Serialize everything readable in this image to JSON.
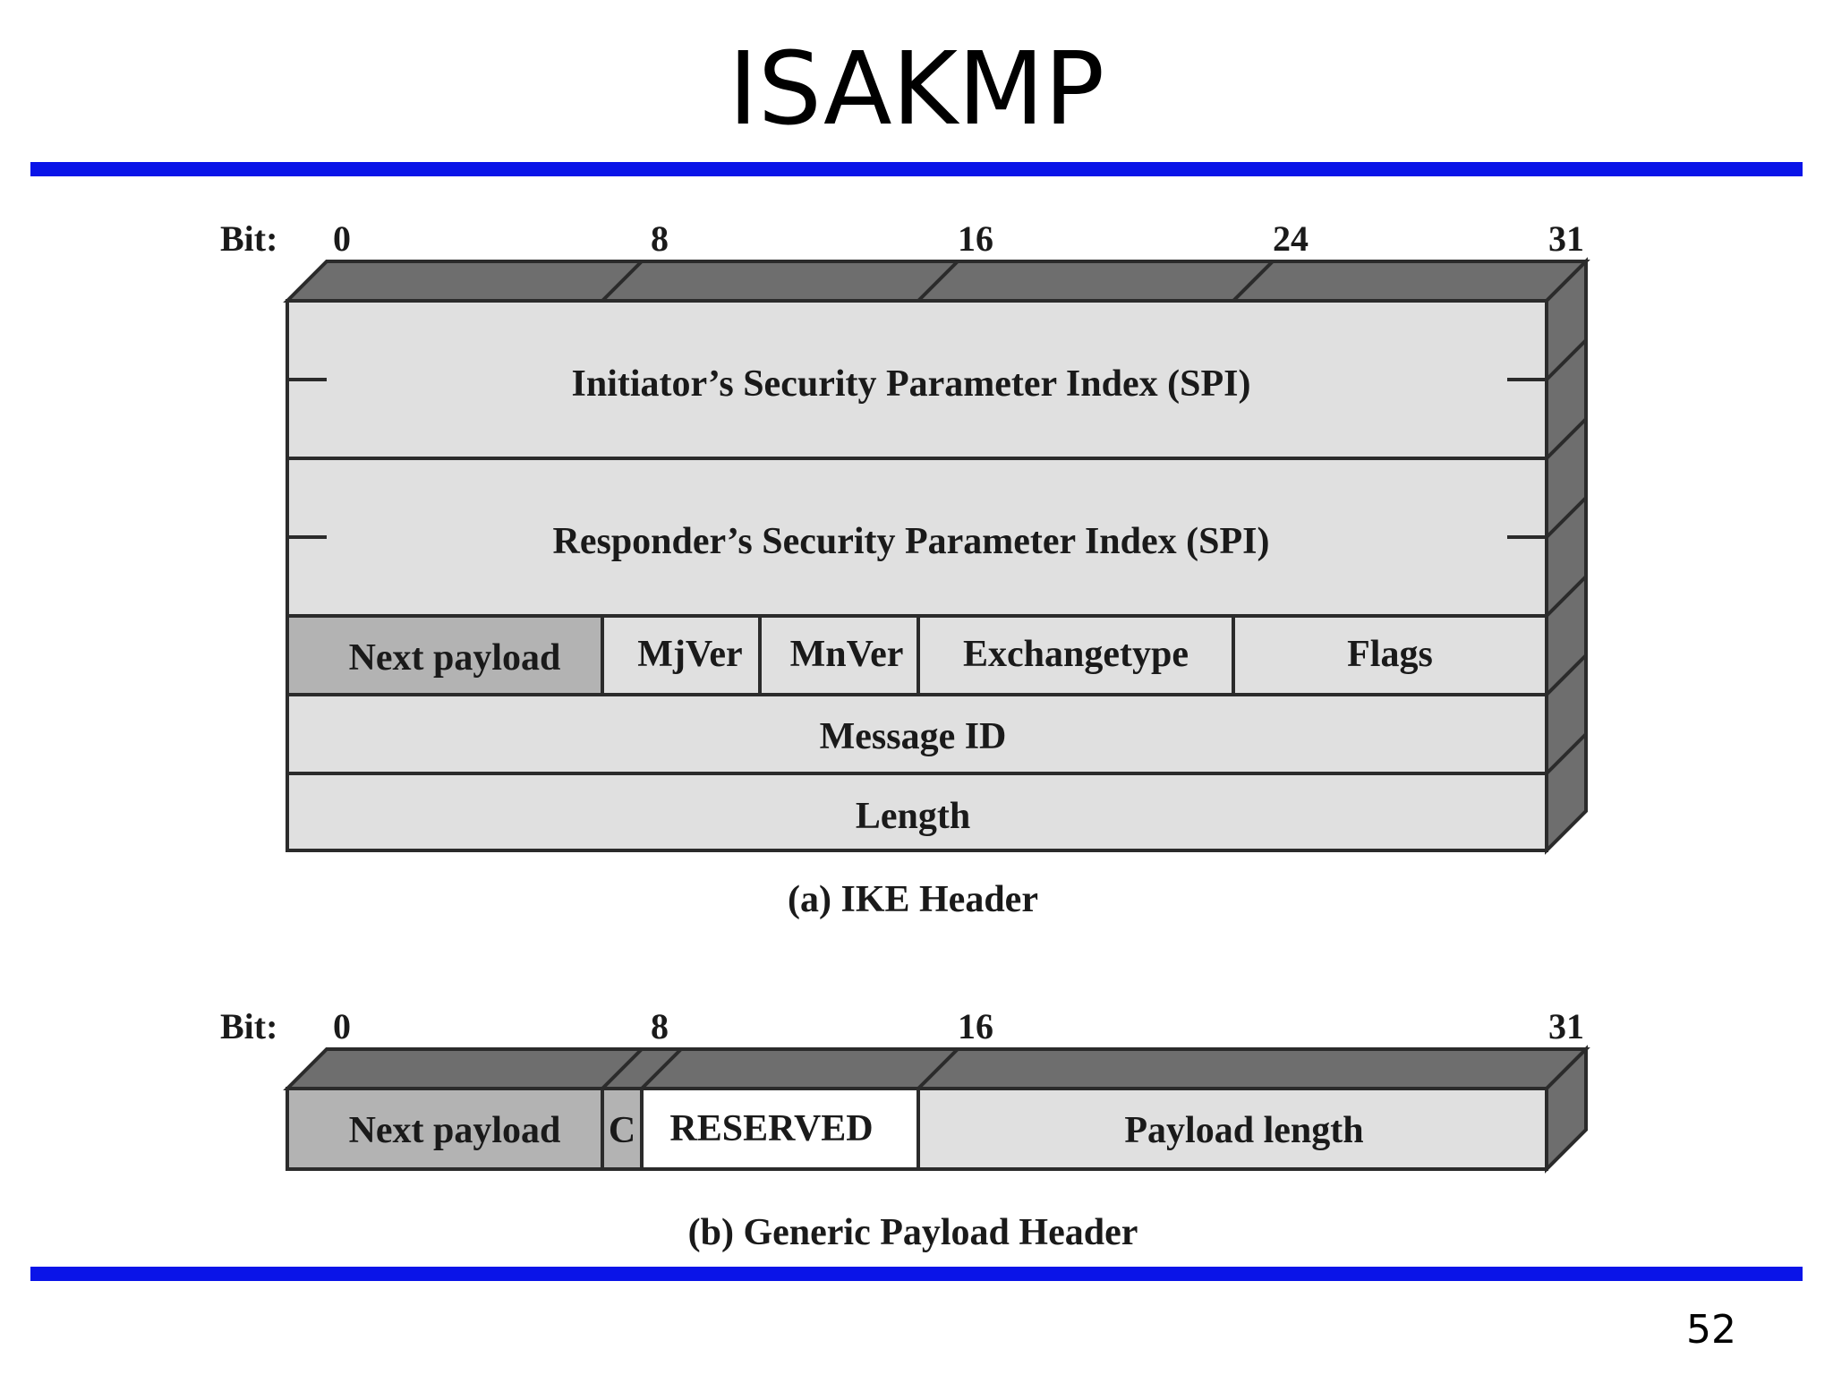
{
  "slide": {
    "title": "ISAKMP",
    "page_number": "52"
  },
  "colors": {
    "rule": "#0a14e8",
    "cell_light": "#e0e0e0",
    "cell_dark": "#b3b3b3",
    "cell_white": "#ffffff",
    "top_face": "#6e6e6e",
    "side_face": "#6e6e6e",
    "outline": "#2b2b2b"
  },
  "ike_header": {
    "bit_label": "Bit:",
    "bits": [
      "0",
      "8",
      "16",
      "24",
      "31"
    ],
    "spi_initiator": "Initiator’s Security Parameter Index (SPI)",
    "spi_responder": "Responder’s Security Parameter Index (SPI)",
    "next_payload": "Next payload",
    "mjver": "MjVer",
    "mnver": "MnVer",
    "exchange_type": "Exchangetype",
    "flags": "Flags",
    "message_id": "Message ID",
    "length": "Length",
    "caption": "(a) IKE Header"
  },
  "payload_header": {
    "bit_label": "Bit:",
    "bits": [
      "0",
      "8",
      "16",
      "31"
    ],
    "next_payload": "Next payload",
    "c_flag": "C",
    "reserved": "RESERVED",
    "payload_length": "Payload length",
    "caption": "(b) Generic Payload Header"
  }
}
